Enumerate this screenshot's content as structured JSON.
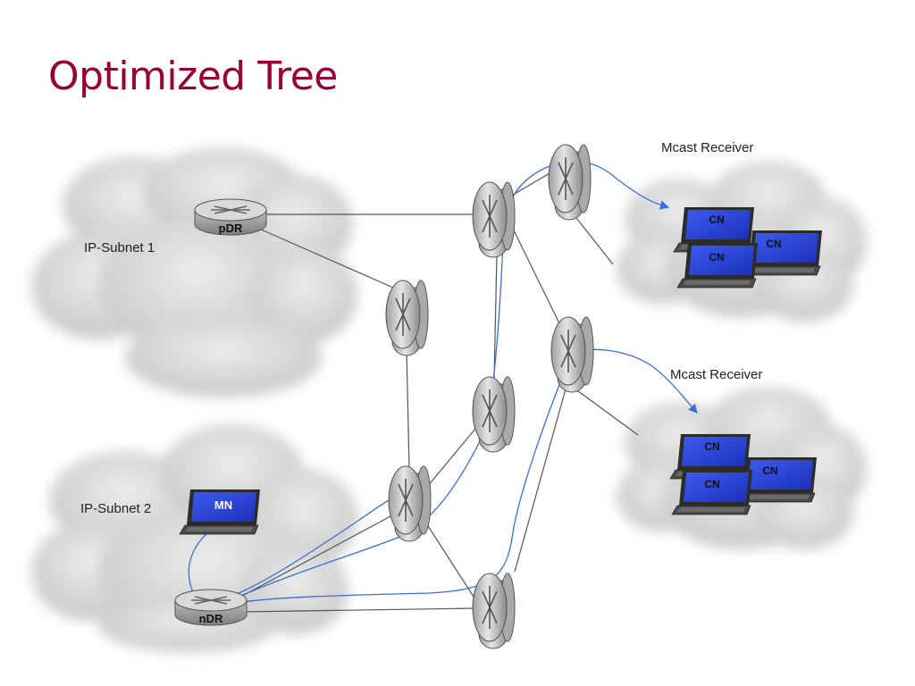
{
  "title": "Optimized Tree",
  "labels": {
    "subnet1": "IP-Subnet 1",
    "subnet2": "IP-Subnet 2",
    "receiver1": "Mcast Receiver",
    "receiver2": "Mcast Receiver"
  },
  "routers": {
    "pdr": "pDR",
    "ndr": "nDR"
  },
  "hosts": {
    "mobile_node": "MN",
    "correspondent": "CN"
  },
  "colors": {
    "title": "#990033",
    "cloud": "#d6d6d6",
    "link": "#555555",
    "multicast_path": "#3a6fd8",
    "screen": "#1f3fd0"
  }
}
